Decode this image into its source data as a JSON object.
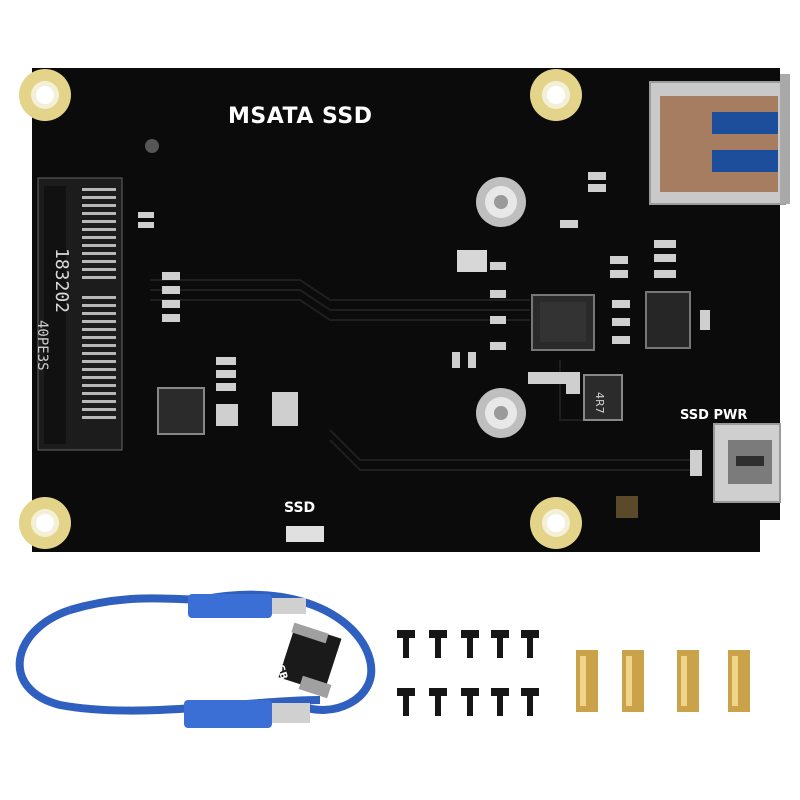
{
  "board": {
    "title": "MSATA SSD",
    "ssd_pwr_label": "SSD PWR",
    "ssd_led_label": "SSD",
    "slot_code_1": "183202",
    "slot_code_2": "40PE3S",
    "inductor_code": "4R7",
    "usb_bridge_label": "USB"
  },
  "colors": {
    "background": "#ffffff",
    "pcb": "#0b0b0b",
    "gold": "#d9c98a",
    "cable": "#2f5fbf",
    "brass": "#c9a24a"
  }
}
